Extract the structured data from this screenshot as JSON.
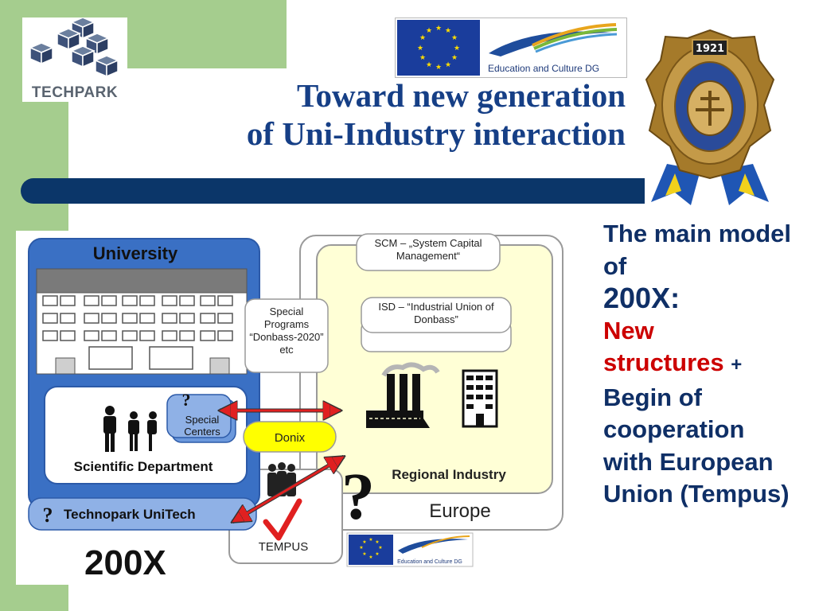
{
  "header": {
    "logo_text": "TechPark",
    "eu_text": "Education and Culture DG",
    "title_line1": "Toward new generation",
    "title_line2": "of Uni-Industry interaction",
    "badge_year": "1921"
  },
  "diagram": {
    "university": "University",
    "scientific_department": "Scientific Department",
    "special_centers": "Special Centers",
    "technopark": "Technopark UniTech",
    "special_programs": "Special Programs “Donbass-2020” etc",
    "scm": "SCM – „System Capital Management“",
    "isd": "ISD – “Industrial Union of Donbass”",
    "donix": "Donix",
    "regional_industry": "Regional Industry",
    "europe": "Europe",
    "tempus": "TEMPUS",
    "year": "200X",
    "eu_small_text": "Education and Culture DG",
    "question_mark": "?"
  },
  "side": {
    "line1": "The main model of",
    "year": "200X:",
    "new_structures_1": "New",
    "new_structures_2": "structures",
    "plus": "+",
    "rest": "Begin of cooperation with European Union (Tempus)"
  },
  "colors": {
    "accent_blue": "#0b3669",
    "title_blue": "#163f86",
    "green": "#a5cd8e",
    "red": "#cc0000",
    "university_blue": "#3a70c4",
    "donix_yellow": "#ffff00",
    "industry_yellow": "#ffffd6"
  }
}
